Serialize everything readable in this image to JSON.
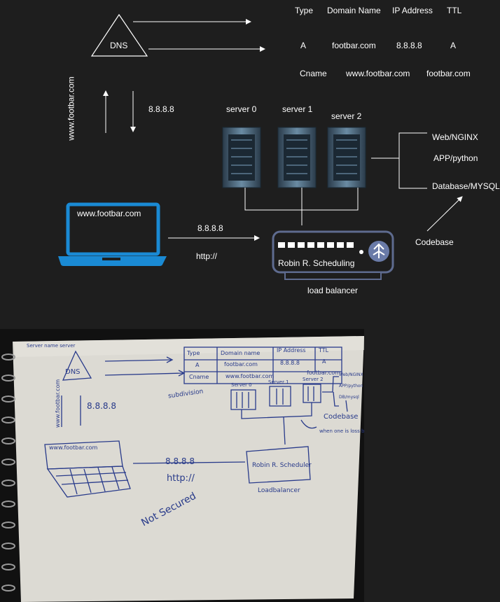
{
  "dns": {
    "label": "DNS"
  },
  "dns_table": {
    "headers": [
      "Type",
      "Domain  Name",
      "IP  Address",
      "TTL"
    ],
    "rows": [
      [
        "A",
        "footbar.com",
        "8.8.8.8",
        "A"
      ],
      [
        "Cname",
        "www.footbar.com",
        "footbar.com",
        ""
      ]
    ]
  },
  "dns_query": {
    "domain": "www.footbar.com",
    "ip": "8.8.8.8"
  },
  "servers": [
    {
      "label": "server 0"
    },
    {
      "label": "server 1"
    },
    {
      "label": "server 2"
    }
  ],
  "stack": {
    "items": [
      "Web/NGINX",
      "APP/python",
      "Database/MYSQL"
    ],
    "codebase": "Codebase"
  },
  "laptop": {
    "url": "www.footbar.com"
  },
  "request": {
    "ip": "8.8.8.8",
    "protocol": "http://"
  },
  "load_balancer": {
    "algorithm": "Robin  R. Scheduling",
    "label": "load balancer"
  },
  "sketch": {
    "note_top": "Server name server",
    "dns": "DNS",
    "table_headers": [
      "Type",
      "Domain name",
      "IP Address",
      "TTL"
    ],
    "table_rows": [
      [
        "A",
        "footbar.com",
        "8.8.8.8",
        "A"
      ],
      [
        "Cname",
        "www.footbar.com",
        "footbar.com",
        ""
      ]
    ],
    "subdivision": "subdivision",
    "domain_vertical": "www.footbar.com",
    "ip": "8.8.8.8",
    "servers": [
      "Server 0",
      "Server 1",
      "Server 2"
    ],
    "stack": [
      "Web/NGINX",
      "APP/python",
      "DB/mysql"
    ],
    "codebase": "Codebase",
    "load_note": "when one is loss busy",
    "laptop_url": "www.footbar.com",
    "request_ip": "8.8.8.8",
    "protocol": "http://",
    "not_secured": "Not Secured",
    "lb_algorithm": "Robin R. Scheduler",
    "lb_label": "Loadbalancer"
  }
}
